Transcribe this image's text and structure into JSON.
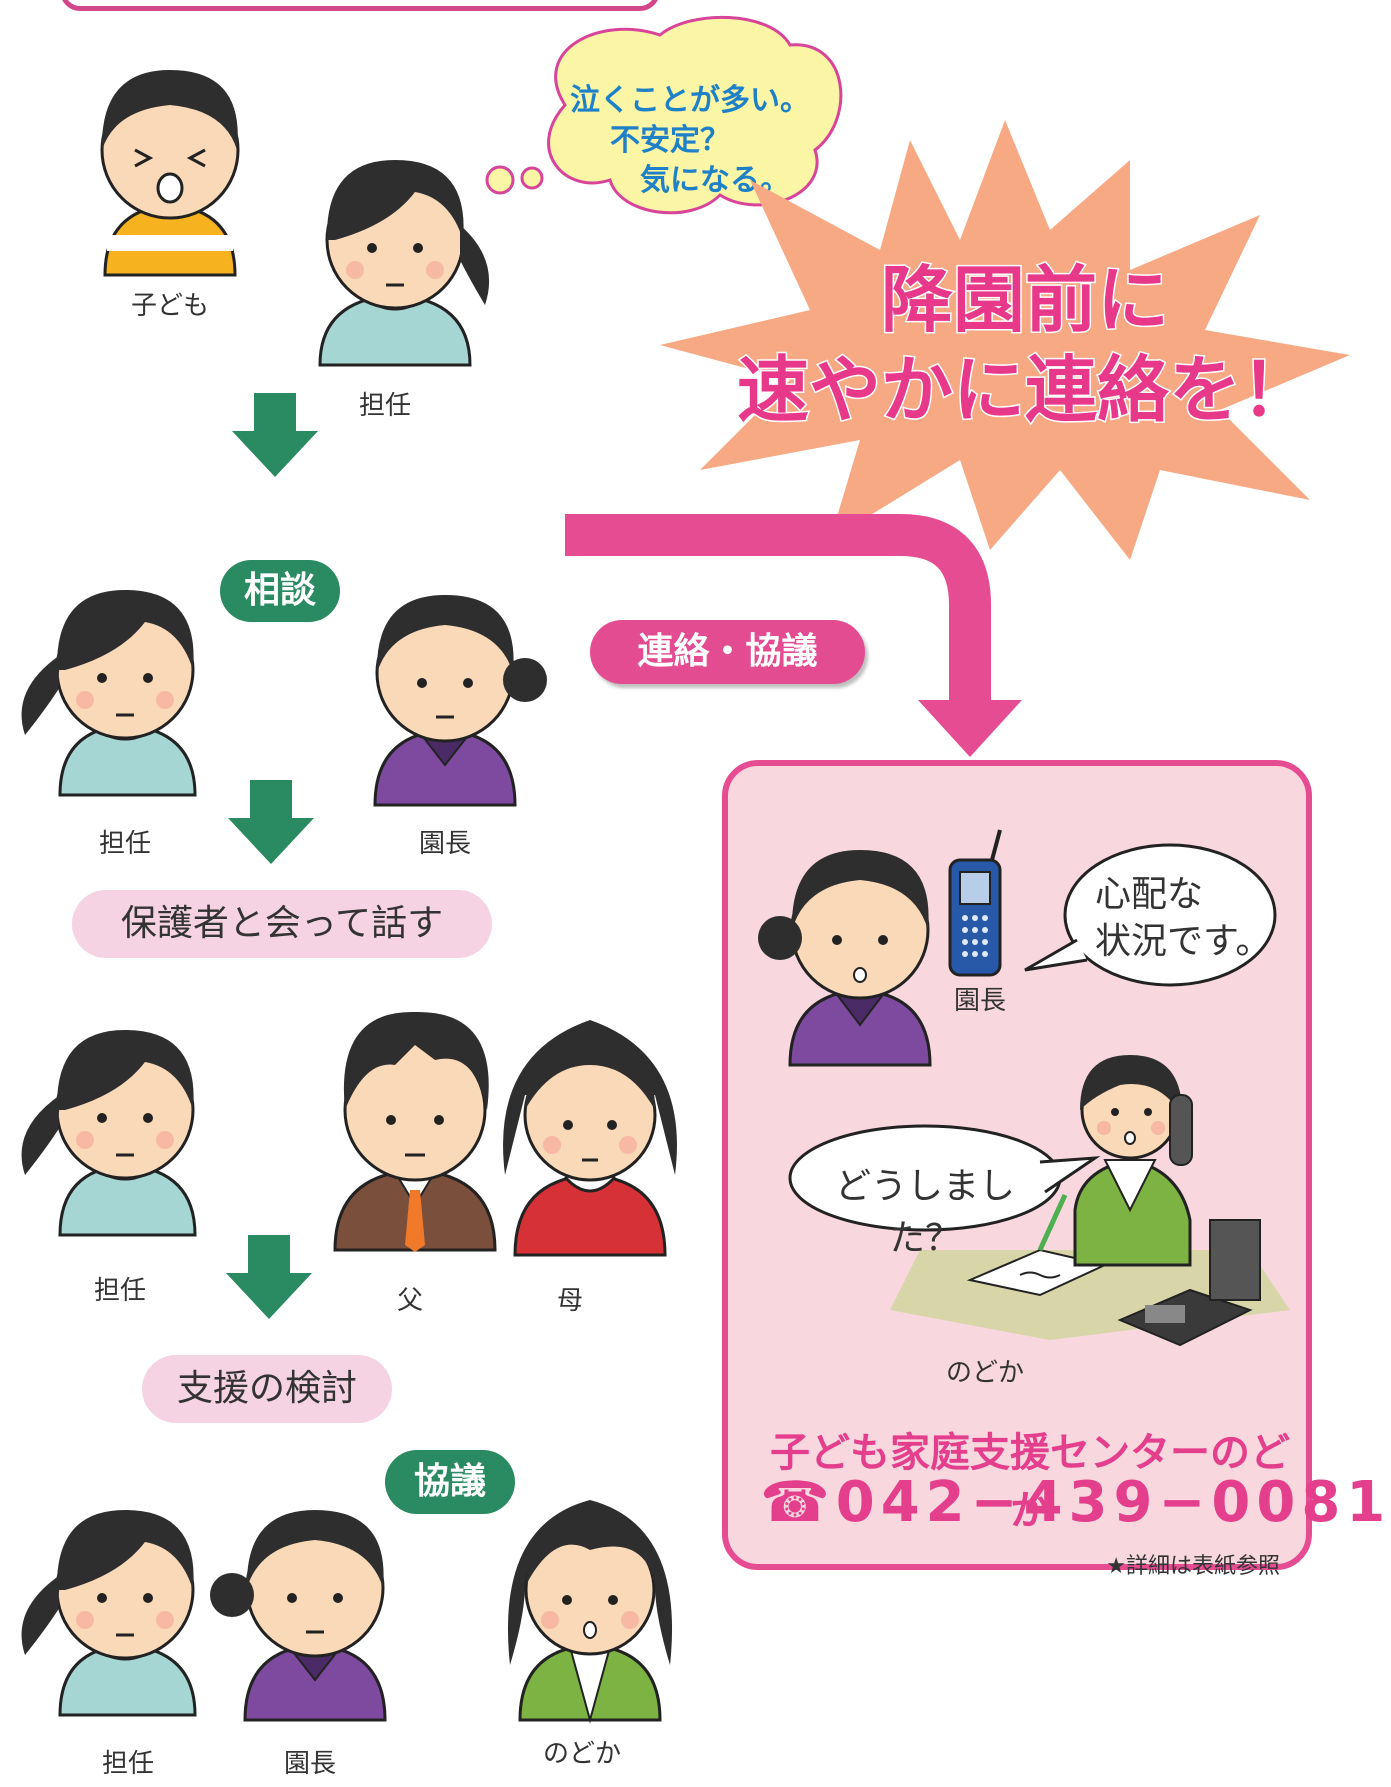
{
  "thought": {
    "line1": "泣くことが多い。",
    "line2": "不安定？",
    "line3": "気になる。"
  },
  "burst": {
    "line1": "降園前に",
    "line2": "速やかに連絡を！"
  },
  "labels": {
    "child": "子ども",
    "teacher1": "担任",
    "teacher2": "担任",
    "principal2": "園長",
    "teacher3": "担任",
    "father": "父",
    "mother": "母",
    "teacher4": "担任",
    "principal4": "園長",
    "nodoka4": "のどか",
    "principal_panel": "園長",
    "nodoka_panel": "のどか"
  },
  "tags": {
    "consult": "相談",
    "contact": "連絡・協議",
    "discuss": "協議"
  },
  "steps": {
    "meet_parents": "保護者と会って話す",
    "support": "支援の検討"
  },
  "speech": {
    "principal_l1": "心配な",
    "principal_l2": "状況です。",
    "nodoka": "どうしました？"
  },
  "center": {
    "name": "子ども家庭支援センターのどか",
    "phone": "☎042−439−0081",
    "note": "★詳細は表紙参照"
  },
  "colors": {
    "pink": "#e44c92",
    "green": "#2a8a62",
    "burst": "#f7a983",
    "panel": "#f9d7df"
  }
}
